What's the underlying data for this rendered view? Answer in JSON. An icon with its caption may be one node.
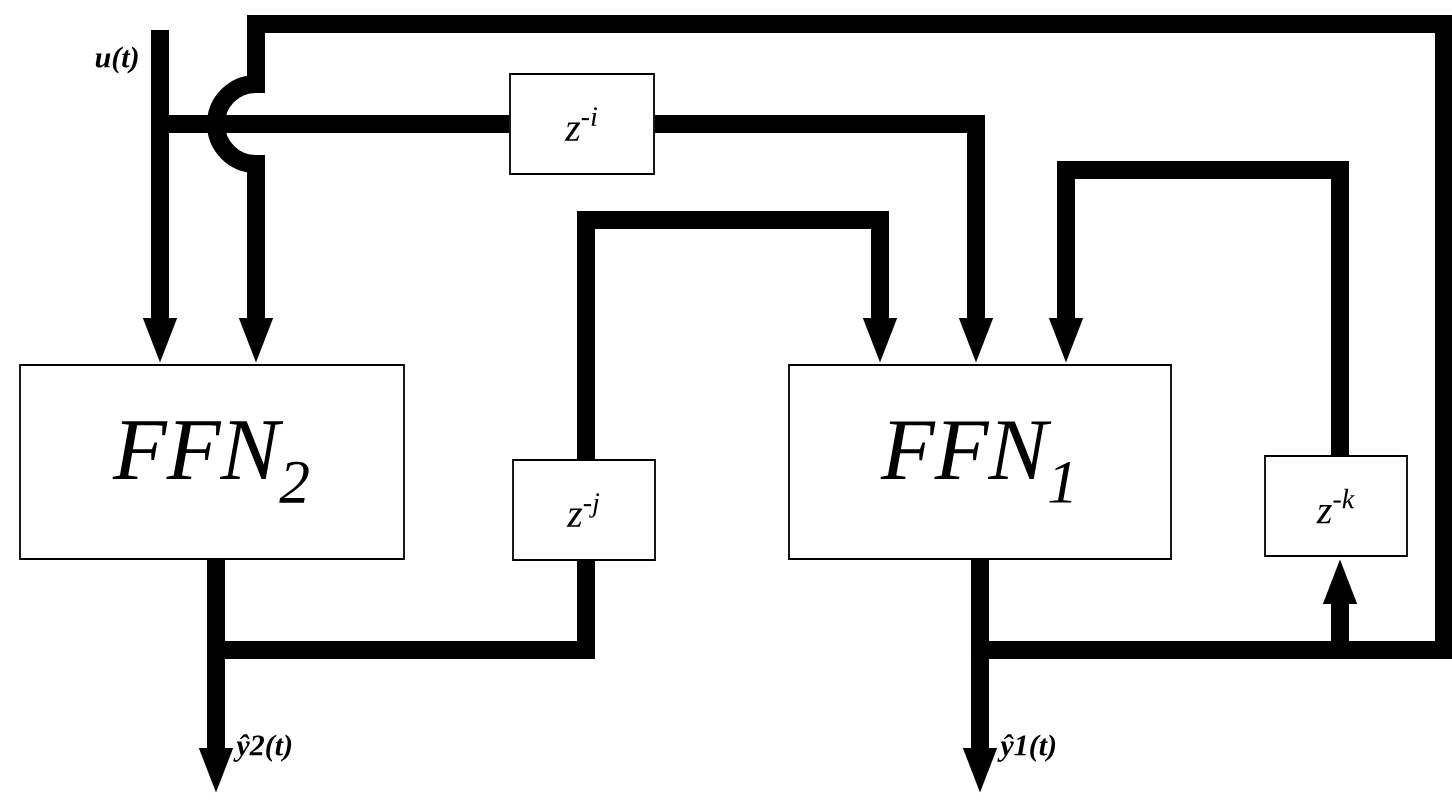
{
  "diagram": {
    "nodes": [
      {
        "text": [
          "u(t)"
        ]
      },
      {
        "text": [
          "FFN$_{2}$"
        ]
      },
      {
        "text": [
          "z$^{-i}$"
        ]
      },
      {
        "text": [
          "z$^{-j}$"
        ]
      },
      {
        "text": [
          "FFN$_{1}$"
        ]
      },
      {
        "text": [
          "z$^{-k}$"
        ]
      },
      {
        "text": [
          "ŷ2(t)"
        ]
      },
      {
        "text": [
          "ŷ1(t)"
        ]
      }
    ],
    "edges": [
      {
        "from": 0,
        "to": 1,
        "arrow": "to"
      },
      {
        "from": 0,
        "to": 2,
        "arrow": "none"
      },
      {
        "from": 2,
        "to": 4,
        "arrow": "to"
      },
      {
        "from": 1,
        "to": 6,
        "arrow": "to"
      },
      {
        "from": 1,
        "to": 3,
        "arrow": "none"
      },
      {
        "from": 3,
        "to": 4,
        "arrow": "to"
      },
      {
        "from": 4,
        "to": 7,
        "arrow": "to"
      },
      {
        "from": 4,
        "to": 5,
        "arrow": "to"
      },
      {
        "from": 5,
        "to": 4,
        "arrow": "to"
      },
      {
        "from": 4,
        "to": 1,
        "arrow": "to"
      }
    ]
  }
}
